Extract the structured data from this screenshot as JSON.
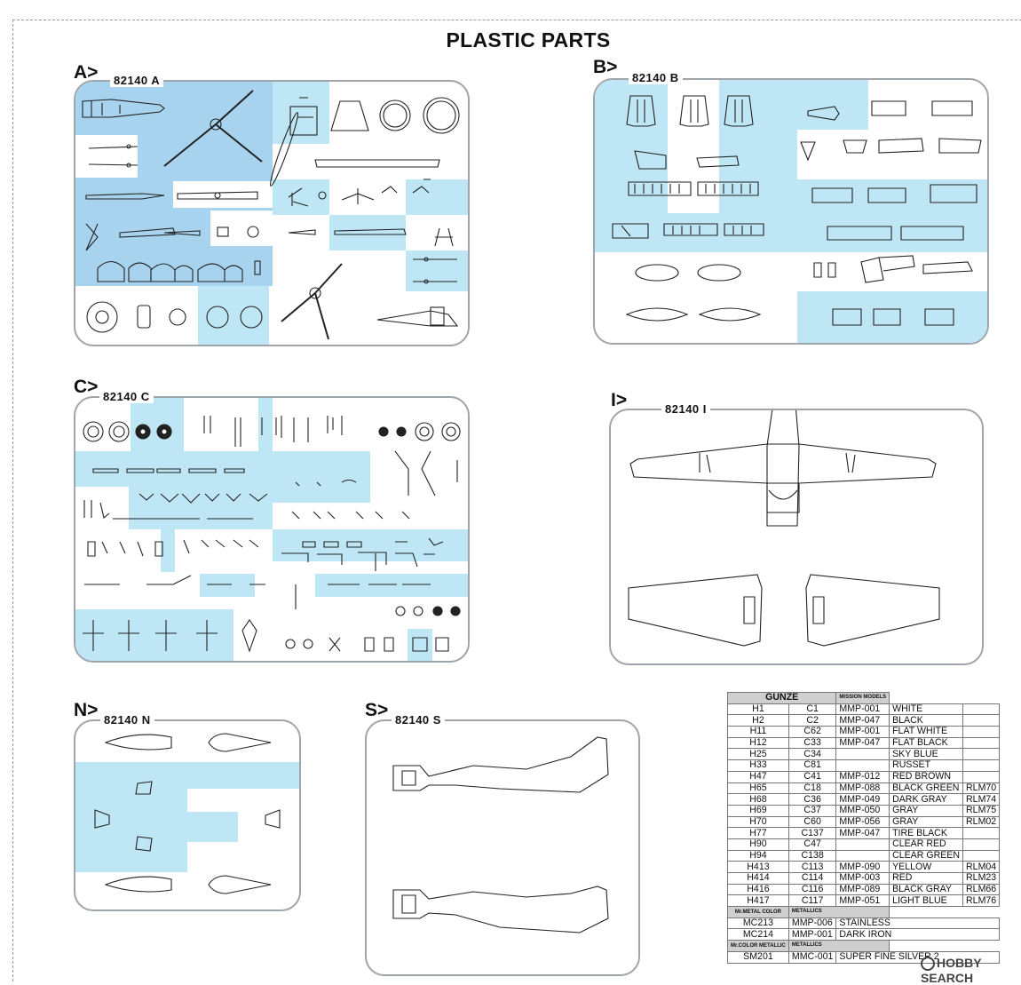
{
  "page_title": "PLASTIC PARTS",
  "sprues": [
    {
      "letter": "A>",
      "code": "82140 A"
    },
    {
      "letter": "B>",
      "code": "82140 B"
    },
    {
      "letter": "C>",
      "code": "82140 C"
    },
    {
      "letter": "I>",
      "code": "82140 I"
    },
    {
      "letter": "N>",
      "code": "82140 N"
    },
    {
      "letter": "S>",
      "code": "82140 S"
    }
  ],
  "paint_table": {
    "header": {
      "gunze": "GUNZE",
      "mission": "MISSION MODELS"
    },
    "rows": [
      [
        "H1",
        "C1",
        "MMP-001",
        "WHITE",
        ""
      ],
      [
        "H2",
        "C2",
        "MMP-047",
        "BLACK",
        ""
      ],
      [
        "H11",
        "C62",
        "MMP-001",
        "FLAT WHITE",
        ""
      ],
      [
        "H12",
        "C33",
        "MMP-047",
        "FLAT BLACK",
        ""
      ],
      [
        "H25",
        "C34",
        "",
        "SKY BLUE",
        ""
      ],
      [
        "H33",
        "C81",
        "",
        "RUSSET",
        ""
      ],
      [
        "H47",
        "C41",
        "MMP-012",
        "RED BROWN",
        ""
      ],
      [
        "H65",
        "C18",
        "MMP-088",
        "BLACK GREEN",
        "RLM70"
      ],
      [
        "H68",
        "C36",
        "MMP-049",
        "DARK GRAY",
        "RLM74"
      ],
      [
        "H69",
        "C37",
        "MMP-050",
        "GRAY",
        "RLM75"
      ],
      [
        "H70",
        "C60",
        "MMP-056",
        "GRAY",
        "RLM02"
      ],
      [
        "H77",
        "C137",
        "MMP-047",
        "TIRE BLACK",
        ""
      ],
      [
        "H90",
        "C47",
        "",
        "CLEAR RED",
        ""
      ],
      [
        "H94",
        "C138",
        "",
        "CLEAR GREEN",
        ""
      ],
      [
        "H413",
        "C113",
        "MMP-090",
        "YELLOW",
        "RLM04"
      ],
      [
        "H414",
        "C114",
        "MMP-003",
        "RED",
        "RLM23"
      ],
      [
        "H416",
        "C116",
        "MMP-089",
        "BLACK GRAY",
        "RLM66"
      ],
      [
        "H417",
        "C117",
        "MMP-051",
        "LIGHT BLUE",
        "RLM76"
      ]
    ],
    "metal_header": {
      "brand": "Mr.METAL COLOR",
      "label": "METALLICS"
    },
    "metal_rows": [
      [
        "MC213",
        "MMP-006",
        "STAINLESS"
      ],
      [
        "MC214",
        "MMP-001",
        "DARK IRON"
      ]
    ],
    "mcolor_header": {
      "brand": "Mr.COLOR METALLIC",
      "label": "METALLICS"
    },
    "mcolor_rows": [
      [
        "SM201",
        "MMC-001",
        "SUPER FINE SILVER 2"
      ]
    ]
  },
  "watermark": "HOBBY SEARCH",
  "colors": {
    "sprue_blue": "#bfe6f4",
    "sprue_dark_blue": "#a7d3ee",
    "frame": "#9fa5a8",
    "header_gray": "#cfcfcf"
  }
}
